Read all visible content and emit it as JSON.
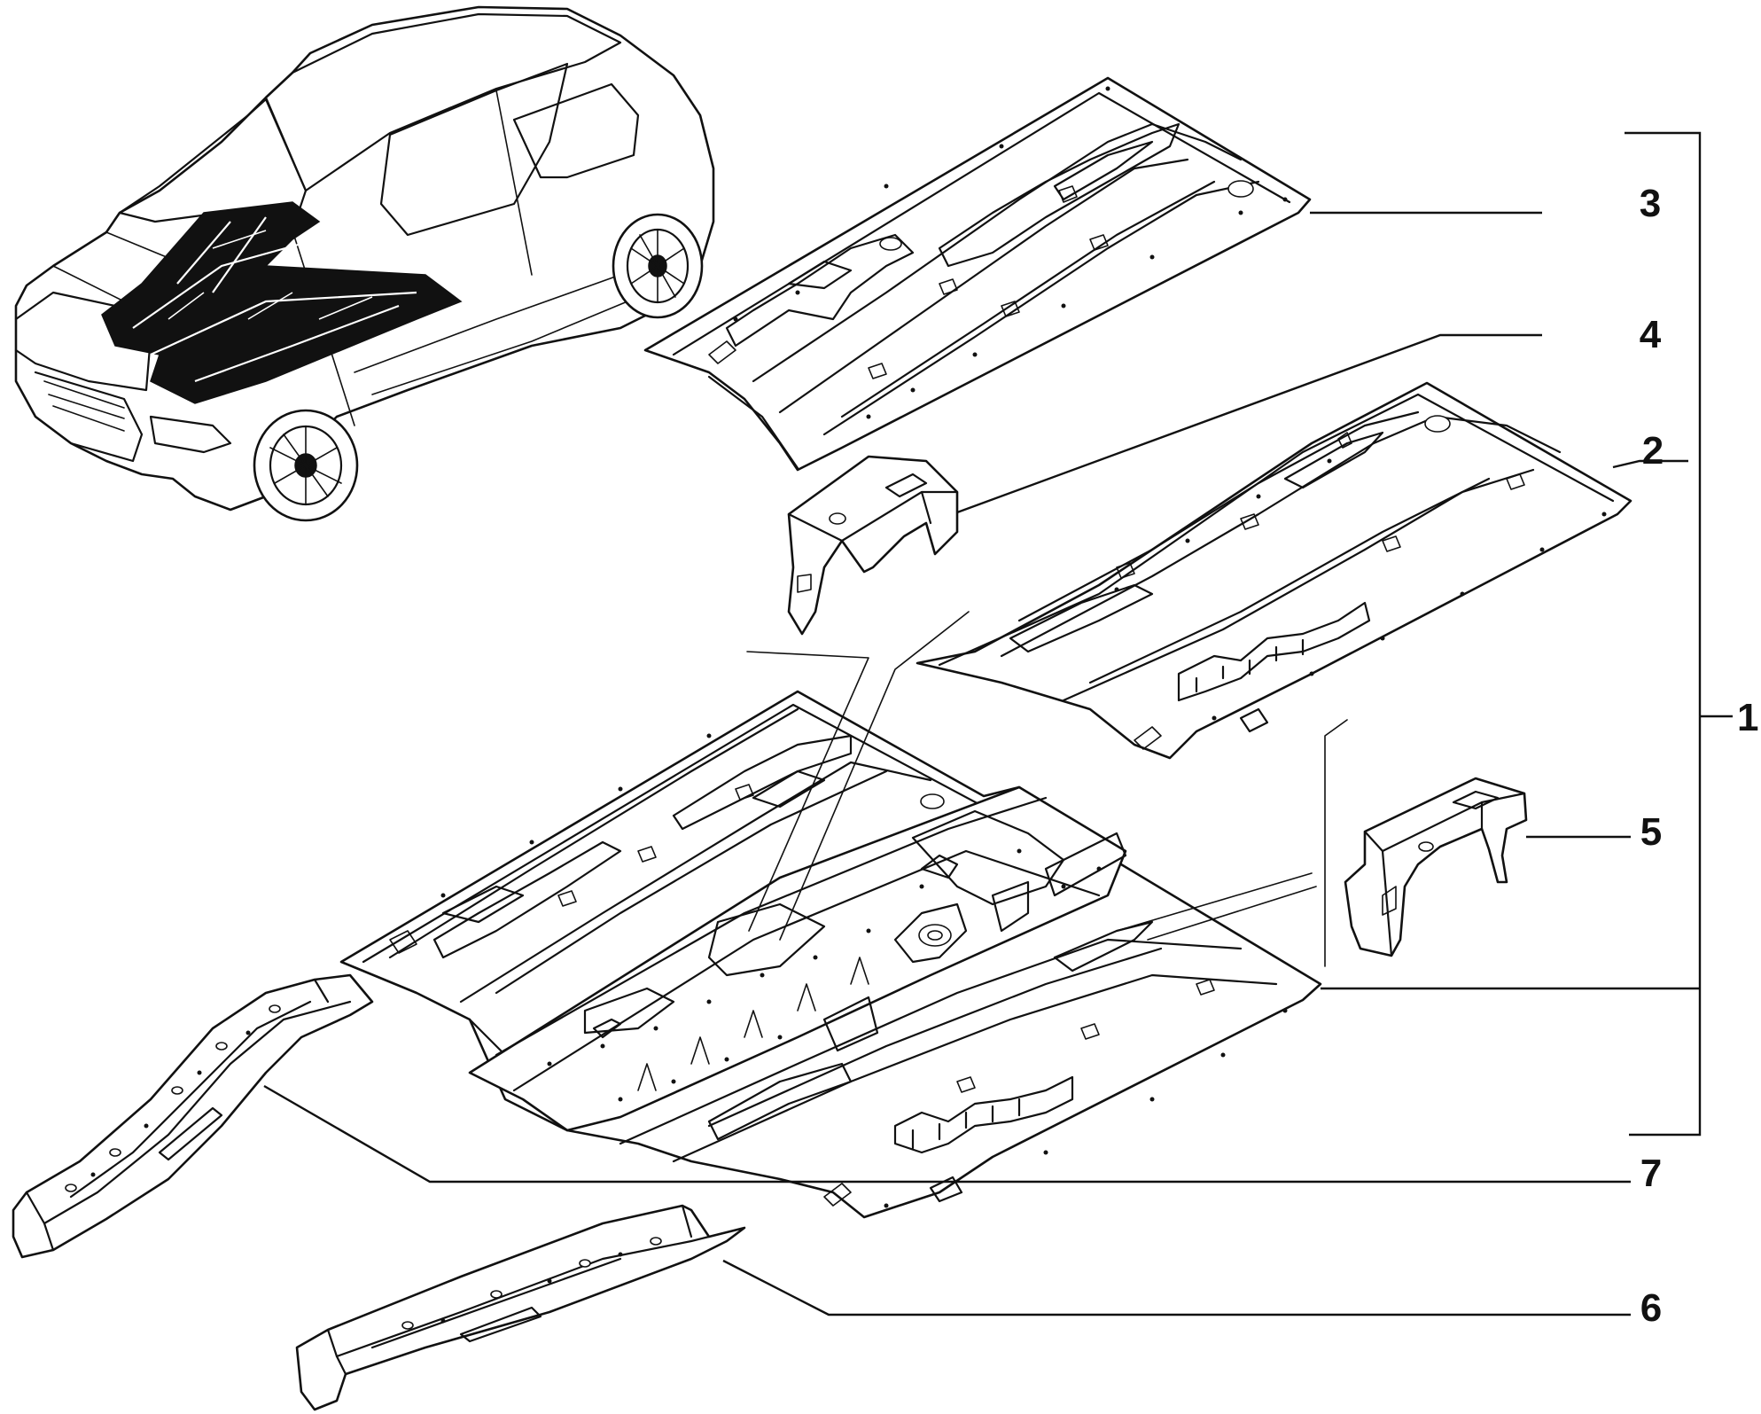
{
  "diagram": {
    "callouts": [
      {
        "id": "1",
        "label": "1"
      },
      {
        "id": "2",
        "label": "2"
      },
      {
        "id": "3",
        "label": "3"
      },
      {
        "id": "4",
        "label": "4"
      },
      {
        "id": "5",
        "label": "5"
      },
      {
        "id": "6",
        "label": "6"
      },
      {
        "id": "7",
        "label": "7"
      }
    ],
    "components": [
      {
        "id": "vehicle-overview",
        "icon": "car-icon"
      },
      {
        "id": "part-1",
        "icon": "floor-assembly-icon"
      },
      {
        "id": "part-2",
        "icon": "right-floor-panel-icon"
      },
      {
        "id": "part-3",
        "icon": "left-floor-panel-icon"
      },
      {
        "id": "part-4",
        "icon": "bracket-icon"
      },
      {
        "id": "part-5",
        "icon": "bracket-icon"
      },
      {
        "id": "part-6",
        "icon": "crossmember-icon"
      },
      {
        "id": "part-7",
        "icon": "crossmember-icon"
      }
    ],
    "colors": {
      "ink": "#111111",
      "paper": "#ffffff"
    }
  }
}
